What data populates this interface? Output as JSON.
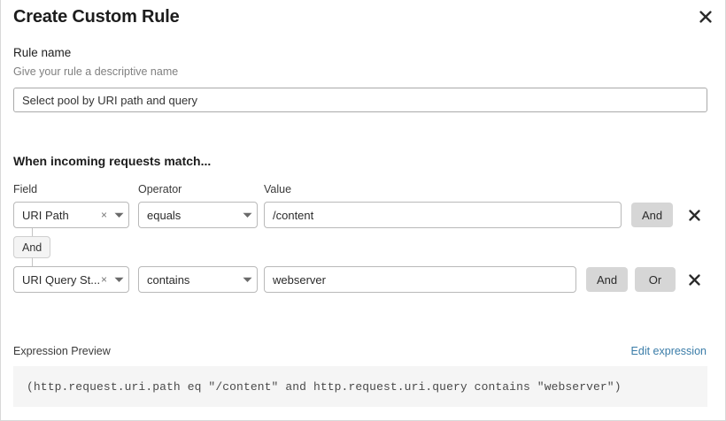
{
  "modal": {
    "title": "Create Custom Rule",
    "close_icon": "close-icon"
  },
  "rule_name": {
    "label": "Rule name",
    "help": "Give your rule a descriptive name",
    "value": "Select pool by URI path and query",
    "placeholder": "Select pool by URI path and query"
  },
  "conditions": {
    "heading": "When incoming requests match...",
    "columns": {
      "field": "Field",
      "operator": "Operator",
      "value": "Value"
    },
    "connector": {
      "label": "And"
    },
    "rows": [
      {
        "field": "URI Path",
        "field_clear_icon": "clear-icon",
        "field_caret_icon": "chevron-down-icon",
        "operator": "equals",
        "operator_caret_icon": "chevron-down-icon",
        "value": "/content",
        "value_placeholder": "",
        "and_label": "And",
        "remove_icon": "close-icon"
      },
      {
        "field": "URI Query St...",
        "field_clear_icon": "clear-icon",
        "field_caret_icon": "chevron-down-icon",
        "operator": "contains",
        "operator_caret_icon": "chevron-down-icon",
        "value": "webserver",
        "value_placeholder": "",
        "and_label": "And",
        "or_label": "Or",
        "remove_icon": "close-icon"
      }
    ]
  },
  "expression": {
    "label": "Expression Preview",
    "edit_link": "Edit expression",
    "text": "(http.request.uri.path eq \"/content\" and http.request.uri.query contains \"webserver\")"
  },
  "colors": {
    "accent_link": "#3a7ca8",
    "button_grey": "#d6d6d6",
    "preview_bg": "#f5f5f5",
    "border": "#b9b9b9"
  }
}
